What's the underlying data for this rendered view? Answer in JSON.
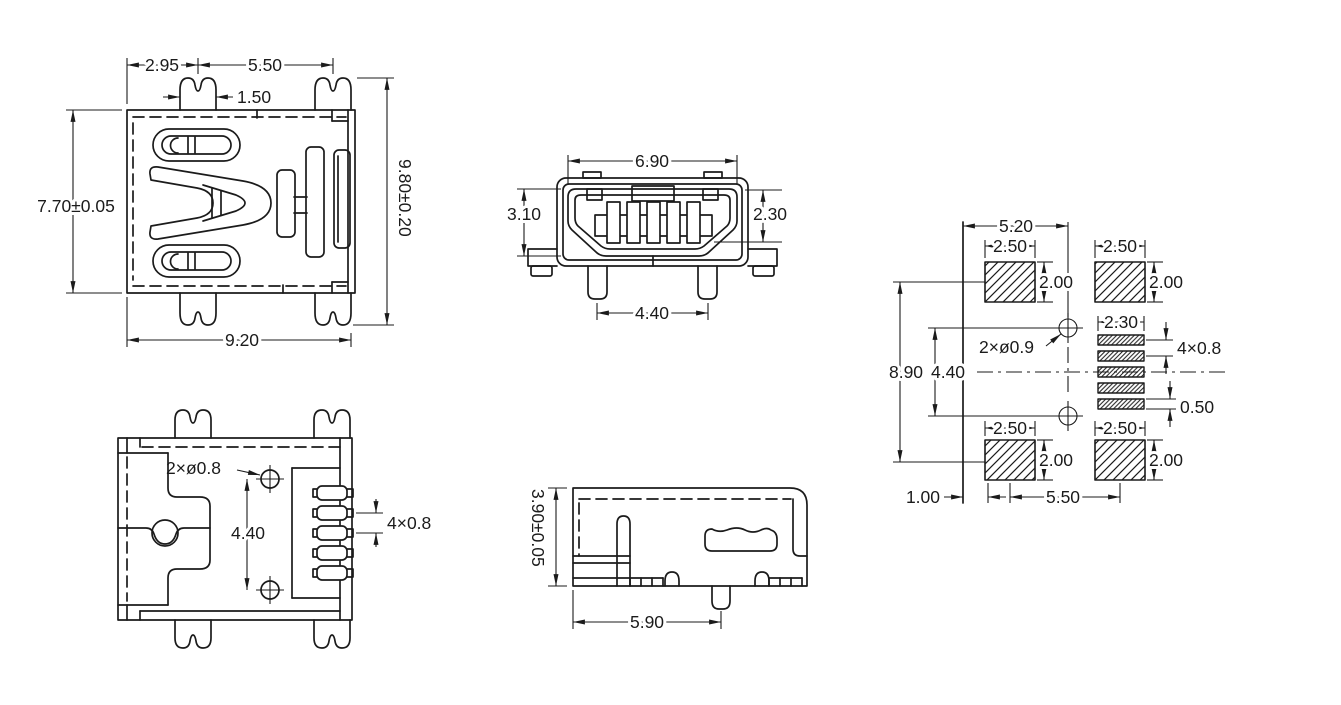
{
  "document": {
    "type": "technical-drawing",
    "subject": "Mini USB connector - dimensioned orthographic views and PCB footprint",
    "background": "#ffffff",
    "line_color": "#1b1b1b"
  },
  "views": {
    "top_view": {
      "dims": {
        "edge_to_tab": "2.95",
        "tab_pitch": "5.50",
        "tab_width": "1.50",
        "body_depth": "7.70±0.05",
        "overall_depth": "9.80±0.20",
        "body_width": "9.20"
      }
    },
    "front_view": {
      "dims": {
        "opening_width": "6.90",
        "opening_height": "3.10",
        "inner_height": "2.30",
        "leg_pitch": "4.40"
      }
    },
    "bottom_view": {
      "dims": {
        "locating_holes": "2×ø0.8",
        "hole_pitch": "4.40",
        "pin_pitch": "4×0.8"
      }
    },
    "side_view": {
      "dims": {
        "height": "3.90±0.05",
        "leg_offset": "5.90"
      }
    },
    "footprint_view": {
      "dims": {
        "edge_to_holes": "5.20",
        "pad_row_pitch": "8.90",
        "hole_pitch": "4.40",
        "holes": "2×ø0.9",
        "pad1_w": "2.50",
        "pad1_h": "2.00",
        "pad2_w": "2.50",
        "pad2_h": "2.00",
        "pad3_w": "2.50",
        "pad3_h": "2.00",
        "pad4_w": "2.50",
        "pad4_h": "2.00",
        "pin_pad_width": "2.30",
        "pin_pad_pitch": "4×0.8",
        "pin_pad_height": "0.50",
        "edge_offset": "1.00",
        "pad_col_pitch": "5.50"
      }
    }
  }
}
